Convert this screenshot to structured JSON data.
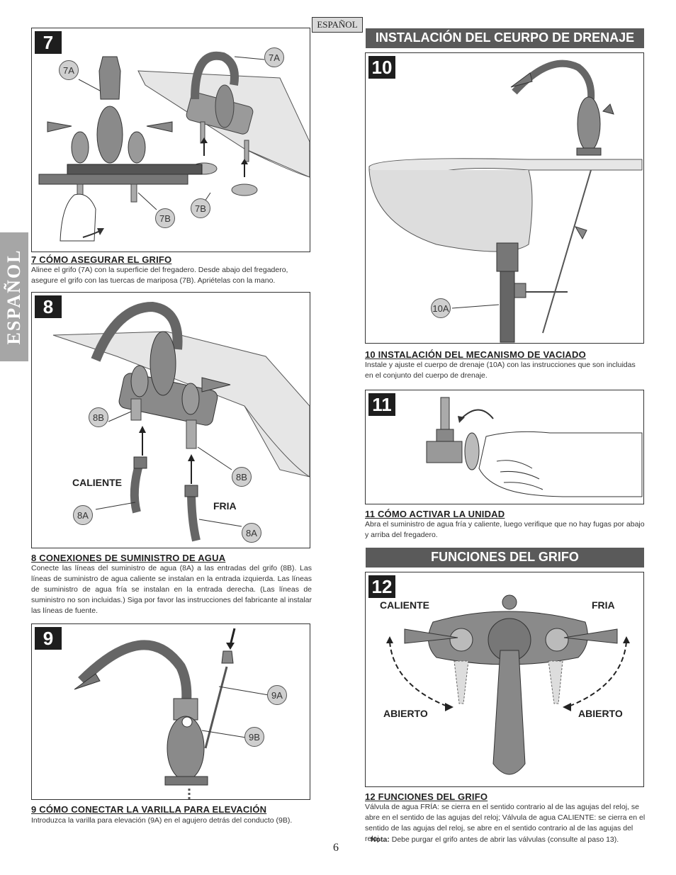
{
  "language_tag": "ESPAÑOL",
  "side_tab": "ESPAÑOL",
  "page_number": "6",
  "sections": {
    "drain_header": "INSTALACIÓN DEL CEURPO DE DRENAJE",
    "functions_header": "FUNCIONES DEL GRIFO"
  },
  "steps": {
    "s7": {
      "number": "7",
      "title": "7  CÓMO ASEGURAR EL GRIFO",
      "text": "Alinee el grifo (7A) con la superficie del fregadero. Desde abajo del fregadero, asegure el grifo con las tuercas de mariposa (7B). Apriételas con la mano.",
      "callouts": [
        "7A",
        "7A",
        "7B",
        "7B"
      ]
    },
    "s8": {
      "number": "8",
      "title": "8  CONEXIONES DE SUMINISTRO DE AGUA",
      "text": "Conecte las líneas del suministro de agua (8A) a las entradas del grifo (8B). Las líneas de suministro de agua caliente se instalan en la entrada izquierda. Las líneas de suministro de agua fría se instalan en la entrada derecha. (Las líneas de suministro no son incluidas.) Siga por favor las instrucciones del fabricante al instalar las líneas de fuente.",
      "callouts": [
        "8B",
        "8B",
        "8A",
        "8A"
      ],
      "label_hot": "CALIENTE",
      "label_cold": "FRIA"
    },
    "s9": {
      "number": "9",
      "title": "9  CÓMO CONECTAR LA VARILLA PARA ELEVACIÓN",
      "text": "Introduzca la varilla para elevación (9A) en el agujero detrás del conducto (9B).",
      "callouts": [
        "9A",
        "9B"
      ]
    },
    "s10": {
      "number": "10",
      "title": "10  INSTALACIÓN DEL MECANISMO DE VACIADO",
      "text": "Instale y ajuste el cuerpo de drenaje (10A) con las instrucciones que son incluidas en el conjunto del cuerpo de drenaje.",
      "callouts": [
        "10A"
      ]
    },
    "s11": {
      "number": "11",
      "title": "11  CÓMO ACTIVAR LA UNIDAD",
      "text": "Abra el suministro de agua fría y caliente, luego verifique que no hay fugas por abajo y arriba del fregadero."
    },
    "s12": {
      "number": "12",
      "title": "12  FUNCIONES DEL GRIFO",
      "text": "Válvula de agua FRÍA: se cierra en el sentido contrario al de las agujas del reloj, se abre en el sentido de las agujas del reloj; Válvula de agua CALIENTE: se cierra en el sentido de las agujas del reloj, se abre en el sentido contrario al de las agujas del reloj.",
      "note_label": "Nota:",
      "note_text": " Debe purgar el grifo antes de abrir las válvulas (consulte al paso 13).",
      "label_hot": "CALIENTE",
      "label_cold": "FRIA",
      "label_open_left": "ABIERTO",
      "label_open_right": "ABIERTO"
    }
  }
}
